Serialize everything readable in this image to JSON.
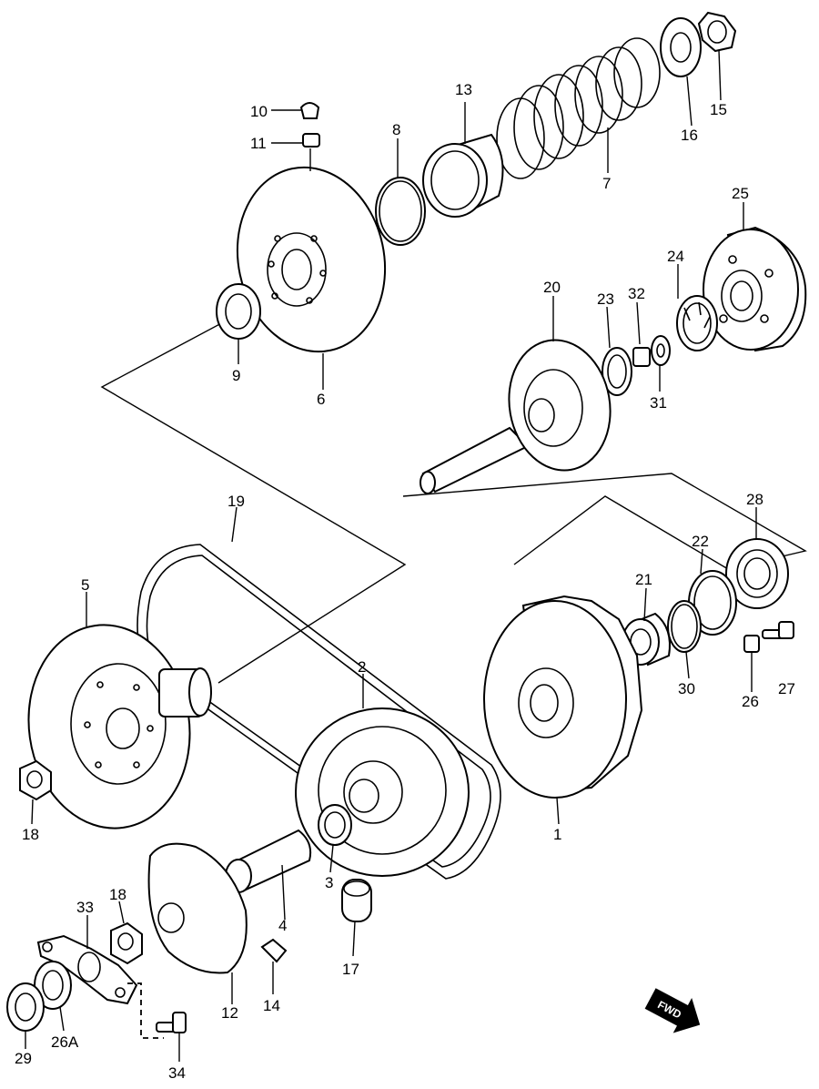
{
  "labels": {
    "p1": "1",
    "p2": "2",
    "p3": "3",
    "p4": "4",
    "p5": "5",
    "p6": "6",
    "p7": "7",
    "p8": "8",
    "p9": "9",
    "p10": "10",
    "p11": "11",
    "p12": "12",
    "p13": "13",
    "p14": "14",
    "p15": "15",
    "p16": "16",
    "p17": "17",
    "p18a": "18",
    "p18b": "18",
    "p19": "19",
    "p20": "20",
    "p21": "21",
    "p22": "22",
    "p23": "23",
    "p24": "24",
    "p25": "25",
    "p26": "26",
    "p26a": "26A",
    "p27": "27",
    "p28": "28",
    "p29": "29",
    "p30": "30",
    "p31": "31",
    "p32": "32",
    "p33": "33",
    "p34": "34"
  },
  "fwd_badge": "FWD"
}
